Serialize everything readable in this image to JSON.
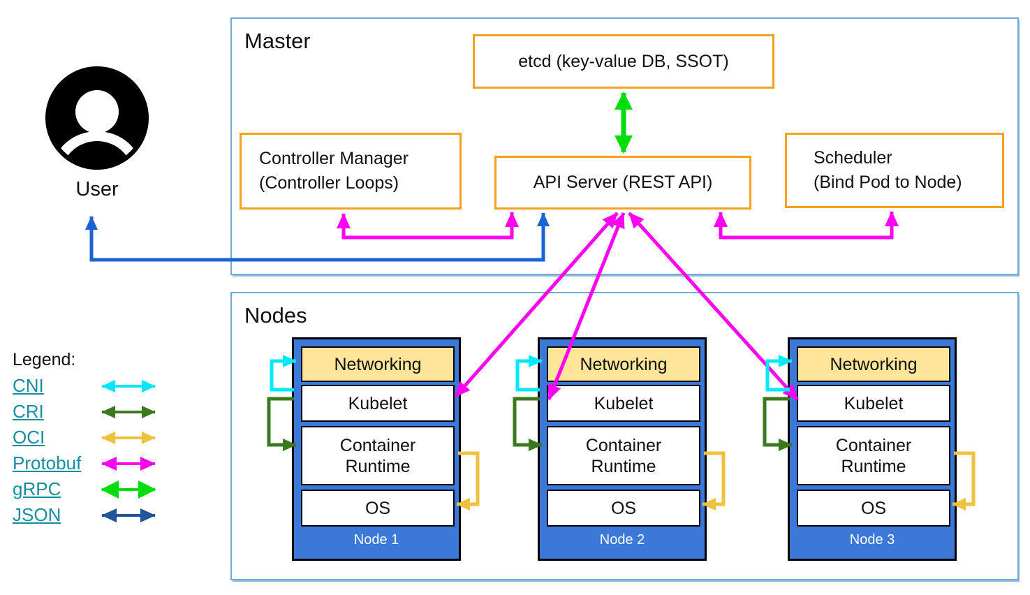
{
  "user": {
    "label": "User"
  },
  "master": {
    "label": "Master",
    "etcd": "etcd (key-value DB, SSOT)",
    "controller_manager": [
      "Controller Manager",
      "(Controller Loops)"
    ],
    "api_server": "API Server (REST API)",
    "scheduler": [
      "Scheduler",
      "(Bind Pod to Node)"
    ]
  },
  "nodes_section": {
    "label": "Nodes",
    "nodes": [
      {
        "name": "Node 1",
        "layers": [
          "Networking",
          "Kubelet",
          "Container Runtime",
          "OS"
        ]
      },
      {
        "name": "Node 2",
        "layers": [
          "Networking",
          "Kubelet",
          "Container Runtime",
          "OS"
        ]
      },
      {
        "name": "Node 3",
        "layers": [
          "Networking",
          "Kubelet",
          "Container Runtime",
          "OS"
        ]
      }
    ]
  },
  "legend": {
    "title": "Legend:",
    "items": [
      {
        "label": "CNI"
      },
      {
        "label": "CRI"
      },
      {
        "label": "OCI"
      },
      {
        "label": "Protobuf"
      },
      {
        "label": "gRPC"
      },
      {
        "label": "JSON"
      }
    ]
  },
  "colors": {
    "cni": "#00e8ff",
    "cri": "#3b781e",
    "oci": "#eec23f",
    "protobuf": "#ff00f0",
    "grpc": "#00dd0a",
    "json": "#20549b",
    "user_arrow": "#1b63d2",
    "section_border": "#6fa8dc",
    "component_border": "#f7a01f",
    "node_fill": "#3c78d8",
    "networking_fill": "#ffe599",
    "link_text": "#158fa0"
  }
}
